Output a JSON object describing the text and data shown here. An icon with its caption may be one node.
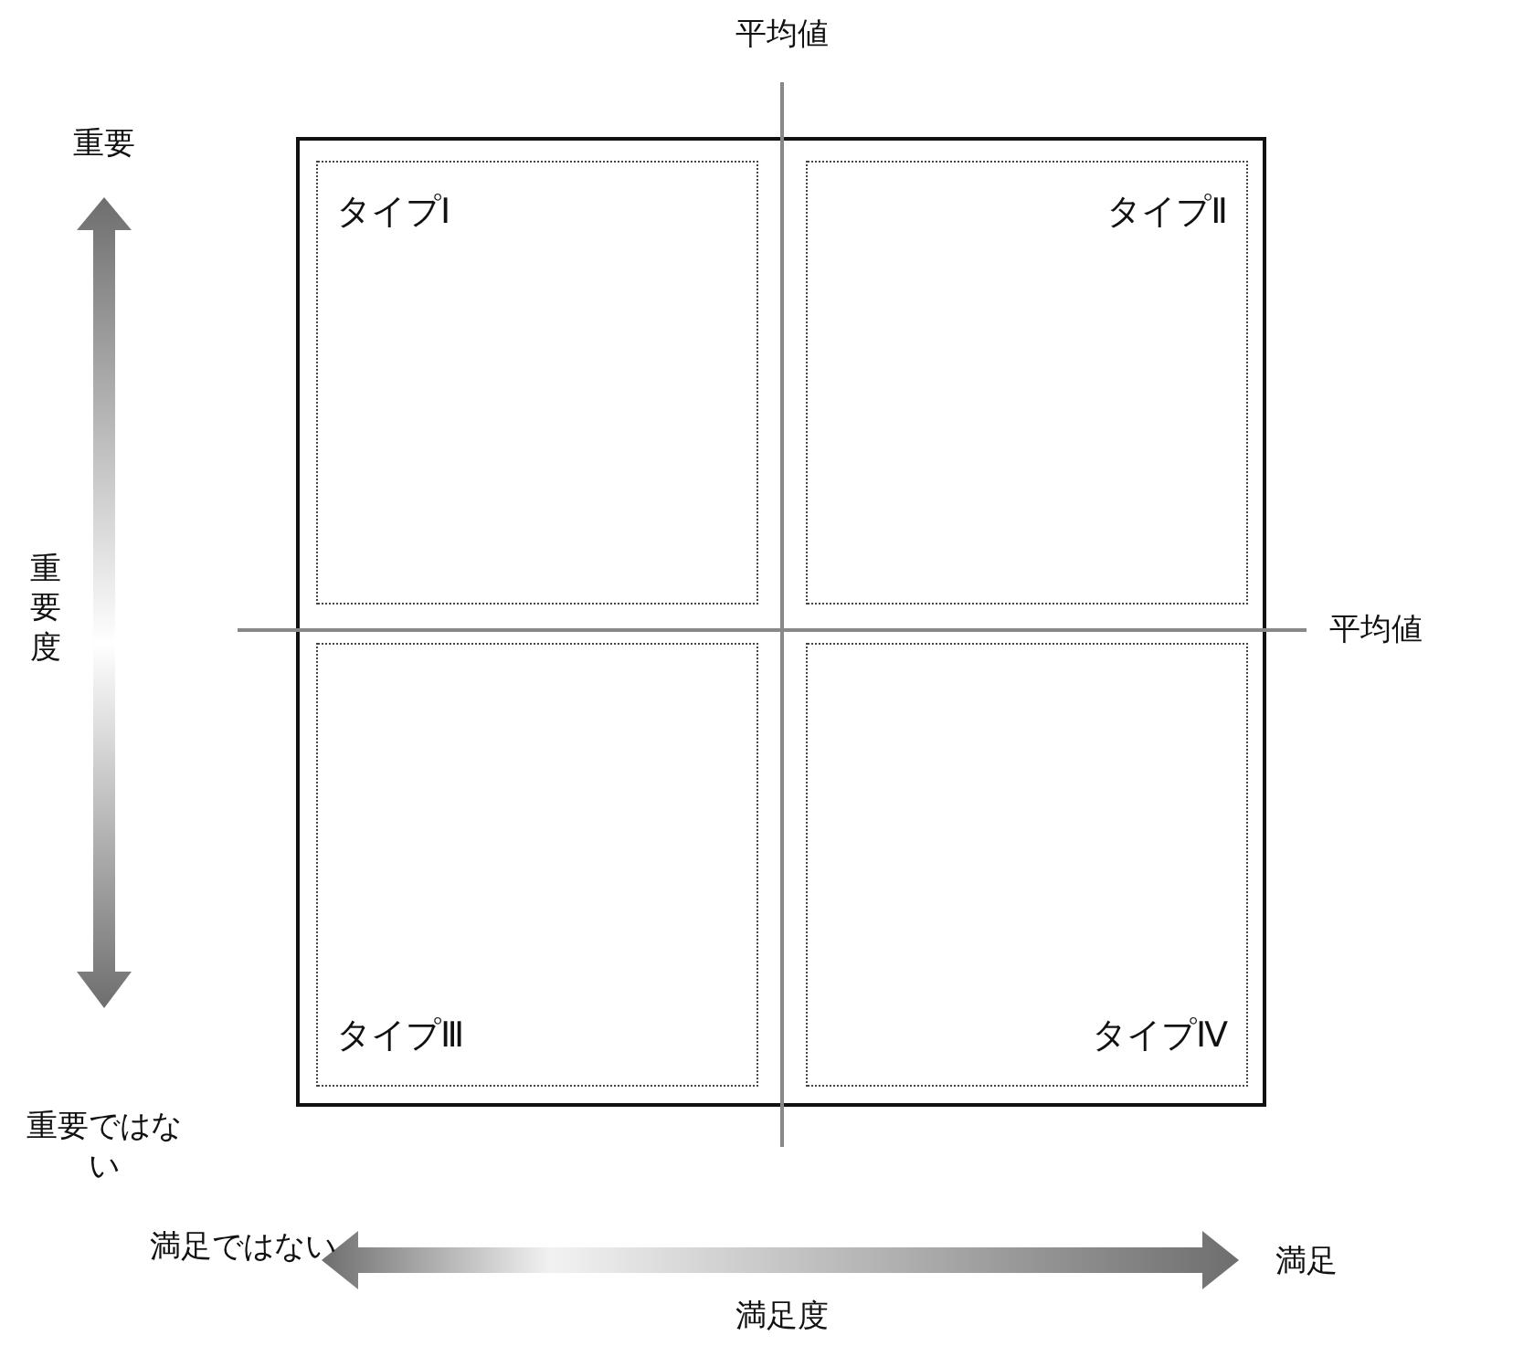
{
  "diagram": {
    "nodes": [
      {
        "text": [],
        "shape": "box"
      },
      {
        "text": [
          "タイプⅠ"
        ],
        "in": 0
      },
      {
        "text": [
          "タイプⅡ"
        ],
        "in": 0
      },
      {
        "text": [
          "タイプⅢ"
        ],
        "in": 0
      },
      {
        "text": [
          "タイプⅣ"
        ],
        "in": 0
      }
    ],
    "edges": [],
    "labels": [
      "平均値",
      "重要",
      "平均値",
      "重要度",
      "重要ではない",
      "満足ではない",
      "満足",
      "満足度"
    ]
  }
}
